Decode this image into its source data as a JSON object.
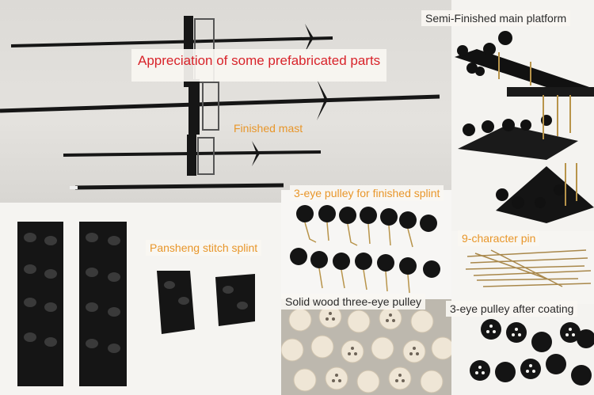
{
  "labels": {
    "title": "Appreciation of some prefabricated parts",
    "finished_mast": "Finished mast",
    "semi_finished_platform": "Semi-Finished main platform",
    "three_eye_pulley_splint": "3-eye pulley for finished splint",
    "pansheng_splint": "Pansheng stitch splint",
    "nine_char_pin": "9-character pin",
    "solid_wood_pulley": "Solid wood three-eye pulley",
    "pulley_after_coating": "3-eye pulley after coating"
  },
  "colors": {
    "title": "#d8232a",
    "caption": "#e8962a",
    "part_black": "#1a1a1a",
    "wood_light": "#efe6d6",
    "brass": "#b8944a"
  }
}
